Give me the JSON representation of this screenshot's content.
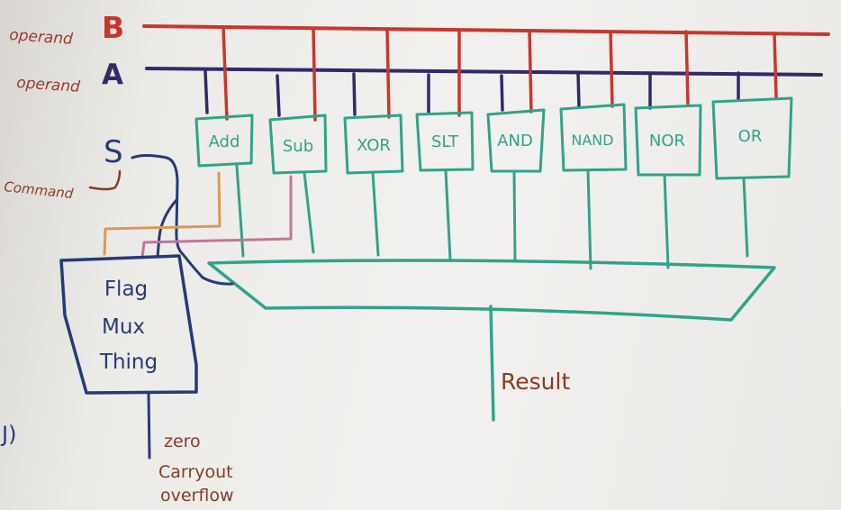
{
  "buses": {
    "operand_b": {
      "label_prefix": "operand",
      "label_letter": "B"
    },
    "operand_a": {
      "label_prefix": "operand",
      "label_letter": "A"
    }
  },
  "operations": [
    {
      "label": "Add"
    },
    {
      "label": "Sub"
    },
    {
      "label": "XOR"
    },
    {
      "label": "SLT"
    },
    {
      "label": "AND"
    },
    {
      "label": "NAND"
    },
    {
      "label": "NOR"
    },
    {
      "label": "OR"
    }
  ],
  "command": {
    "glyph": "S",
    "label": "Command"
  },
  "flag_mux": {
    "line1": "Flag",
    "line2": "Mux",
    "line3": "Thing"
  },
  "result": {
    "label": "Result"
  },
  "flags": {
    "zero": "zero",
    "carryout": "Carryout",
    "overflow": "overflow"
  },
  "edge_mark": "J)",
  "colors": {
    "operand_b": "#c8372e",
    "operand_a": "#2e2a6b",
    "teal": "#2fa38c",
    "navy": "#253a78",
    "brown": "#8a3a22",
    "orange": "#d79a55",
    "pink": "#c2749a"
  }
}
